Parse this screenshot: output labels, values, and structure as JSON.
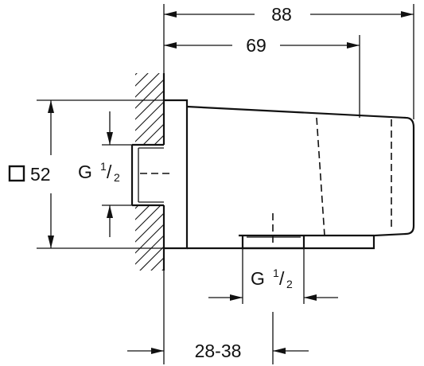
{
  "dimensions": {
    "overall_length": "88",
    "body_length": "69",
    "square_size": "52",
    "wall_thread": {
      "main": "G",
      "num": "1",
      "den": "2"
    },
    "outlet_thread": {
      "main": "G",
      "num": "1",
      "den": "2"
    },
    "wall_depth": "28-38"
  },
  "colors": {
    "line": "#111111",
    "background": "#ffffff"
  },
  "icons": {
    "square_symbol": "square-outline-icon"
  }
}
